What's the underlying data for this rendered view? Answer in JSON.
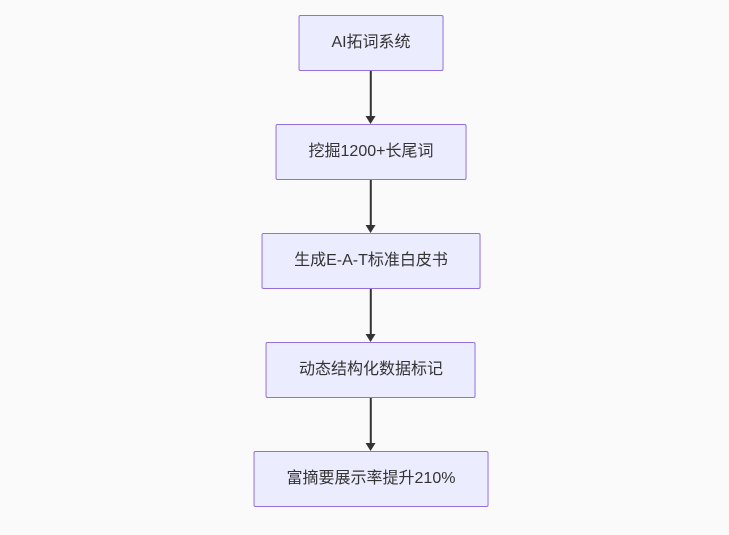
{
  "diagram": {
    "type": "flowchart-top-down",
    "nodes": [
      {
        "id": "node-1",
        "label": "AI拓词系统"
      },
      {
        "id": "node-2",
        "label": "挖掘1200+长尾词"
      },
      {
        "id": "node-3",
        "label": "生成E-A-T标准白皮书"
      },
      {
        "id": "node-4",
        "label": "动态结构化数据标记"
      },
      {
        "id": "node-5",
        "label": "富摘要展示率提升210%"
      }
    ],
    "edges": [
      {
        "from": "node-1",
        "to": "node-2",
        "style": "arrow-down"
      },
      {
        "from": "node-2",
        "to": "node-3",
        "style": "arrow-down"
      },
      {
        "from": "node-3",
        "to": "node-4",
        "style": "arrow-down"
      },
      {
        "from": "node-4",
        "to": "node-5",
        "style": "arrow-down"
      }
    ]
  },
  "colors": {
    "background": "#fafafa",
    "node_fill": "#ececff",
    "node_border": "#9370db",
    "node_text": "#333333",
    "arrow_color": "#333333"
  }
}
